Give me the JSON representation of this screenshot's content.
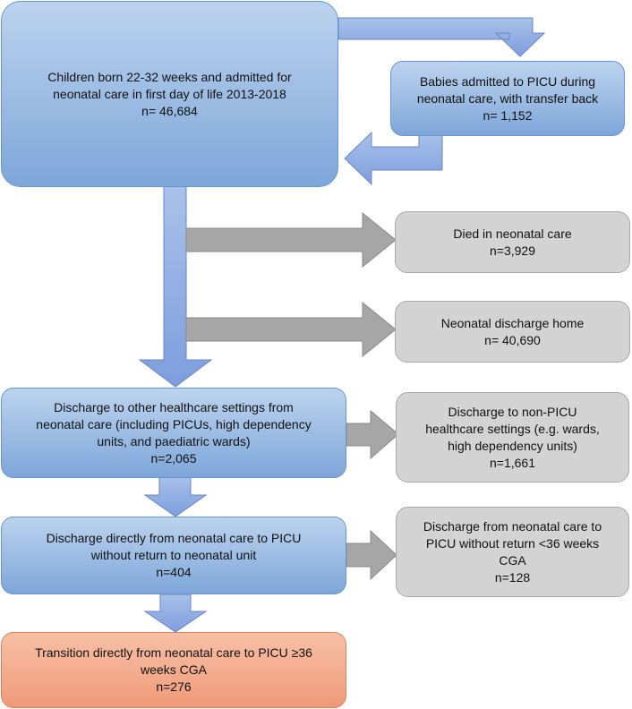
{
  "boxes": {
    "cohort": {
      "lines": [
        "Children born 22-32 weeks and admitted for",
        "neonatal care in first day of life 2013-2018",
        "n= 46,684"
      ]
    },
    "picu_transfer_back": {
      "lines": [
        "Babies admitted to PICU during",
        "neonatal care, with transfer back",
        "n= 1,152"
      ]
    },
    "died": {
      "lines": [
        "Died in neonatal care",
        "n=3,929"
      ]
    },
    "discharge_home": {
      "lines": [
        "Neonatal discharge home",
        "n= 40,690"
      ]
    },
    "other_healthcare": {
      "lines": [
        "Discharge to other healthcare settings from",
        "neonatal care (including PICUs, high dependency",
        "units, and paediatric wards)",
        "n=2,065"
      ]
    },
    "non_picu": {
      "lines": [
        "Discharge to non-PICU",
        "healthcare settings (e.g. wards,",
        "high dependency units)",
        "n=1,661"
      ]
    },
    "direct_picu": {
      "lines": [
        "Discharge directly from neonatal care to PICU",
        "without return to neonatal unit",
        "n=404"
      ]
    },
    "picu_lt36": {
      "lines": [
        "Discharge from neonatal care to",
        "PICU without return <36 weeks",
        "CGA",
        "n=128"
      ]
    },
    "transition_ge36": {
      "lines": [
        "Transition directly from neonatal care to PICU ≥36",
        "weeks CGA",
        "n=276"
      ]
    }
  },
  "colors": {
    "blue_fill_top": "#bcd3ee",
    "blue_fill_bottom": "#7ea6d9",
    "blue_border": "#6a95cf",
    "grey_fill": "#d3d3d3",
    "grey_border": "#a9a9a9",
    "grey_arrow": "#a6a6a6",
    "orange_fill_top": "#f6c0a6",
    "orange_fill_bottom": "#ef9a78",
    "orange_border": "#e08058"
  }
}
